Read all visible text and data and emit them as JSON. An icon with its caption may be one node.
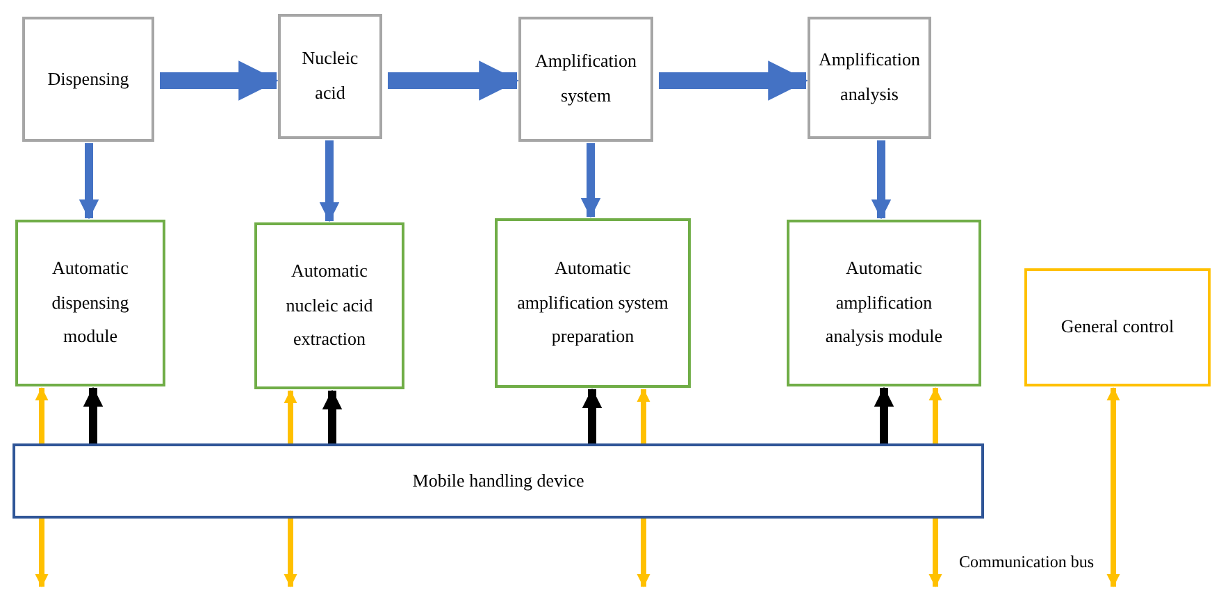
{
  "diagram": {
    "nodes": [
      {
        "text": [
          "Dispensing"
        ]
      },
      {
        "text": [
          "Nucleic acid"
        ]
      },
      {
        "text": [
          "Amplification system"
        ]
      },
      {
        "text": [
          "Amplification analysis"
        ]
      },
      {
        "text": [
          "Automatic dispensing module"
        ]
      },
      {
        "text": [
          "Automatic nucleic acid extraction"
        ]
      },
      {
        "text": [
          "Automatic amplification system preparation"
        ]
      },
      {
        "text": [
          "Automatic amplification analysis module"
        ]
      },
      {
        "text": [
          "General control"
        ]
      },
      {
        "text": [
          "Mobile handling device"
        ]
      }
    ],
    "edges": [
      {
        "from": 0,
        "to": 1,
        "arrow": "to",
        "style": "thick"
      },
      {
        "from": 1,
        "to": 2,
        "arrow": "to",
        "style": "thick"
      },
      {
        "from": 2,
        "to": 3,
        "arrow": "to",
        "style": "thick"
      },
      {
        "from": 0,
        "to": 4,
        "arrow": "to"
      },
      {
        "from": 1,
        "to": 5,
        "arrow": "to"
      },
      {
        "from": 2,
        "to": 6,
        "arrow": "to"
      },
      {
        "from": 3,
        "to": 7,
        "arrow": "to"
      },
      {
        "from": 9,
        "to": 4,
        "arrow": "to",
        "color": "#000000"
      },
      {
        "from": 9,
        "to": 5,
        "arrow": "to",
        "color": "#000000"
      },
      {
        "from": 9,
        "to": 6,
        "arrow": "to",
        "color": "#000000"
      },
      {
        "from": 9,
        "to": 7,
        "arrow": "to",
        "color": "#000000"
      },
      {
        "from": null,
        "to": 4,
        "arrow": "both",
        "color": "#ffc000"
      },
      {
        "from": null,
        "to": 5,
        "arrow": "both",
        "color": "#ffc000"
      },
      {
        "from": null,
        "to": 6,
        "arrow": "both",
        "color": "#ffc000"
      },
      {
        "from": null,
        "to": 7,
        "arrow": "both",
        "color": "#ffc000"
      },
      {
        "from": null,
        "to": 8,
        "arrow": "both",
        "color": "#ffc000"
      }
    ],
    "labels": [
      "Communication bus"
    ]
  }
}
